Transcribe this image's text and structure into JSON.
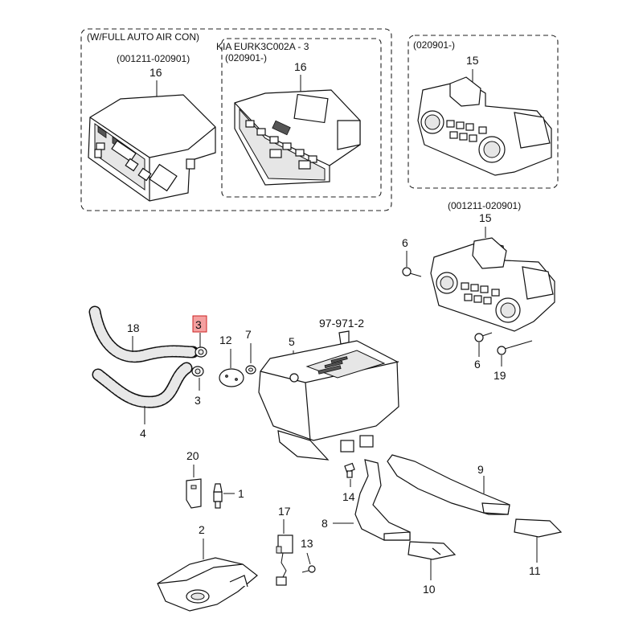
{
  "header_lines": [
    "(W/FULL AUTO AIR CON)",
    "KIA EURK3C002A - 3"
  ],
  "panels": {
    "left": {
      "date_range": "(001211-020901)",
      "part": "16"
    },
    "middle": {
      "date_range": "(020901-)",
      "part": "16"
    },
    "right": {
      "date_range": "(020901-)",
      "part": "15"
    }
  },
  "main_date_range": "(001211-020901)",
  "reference": "97-971-2",
  "callouts": {
    "p15": "15",
    "p6a": "6",
    "p6b": "6",
    "p19": "19",
    "p18": "18",
    "p3a": "3",
    "p3b": "3",
    "p4": "4",
    "p12": "12",
    "p7": "7",
    "p5": "5",
    "p20": "20",
    "p1": "1",
    "p2": "2",
    "p14": "14",
    "p9": "9",
    "p8": "8",
    "p17": "17",
    "p13": "13",
    "p10": "10",
    "p11": "11"
  },
  "highlighted_part": "3",
  "colors": {
    "highlight_fill": "#f4a0a0",
    "highlight_stroke": "#cc2222",
    "line": "#111111"
  }
}
